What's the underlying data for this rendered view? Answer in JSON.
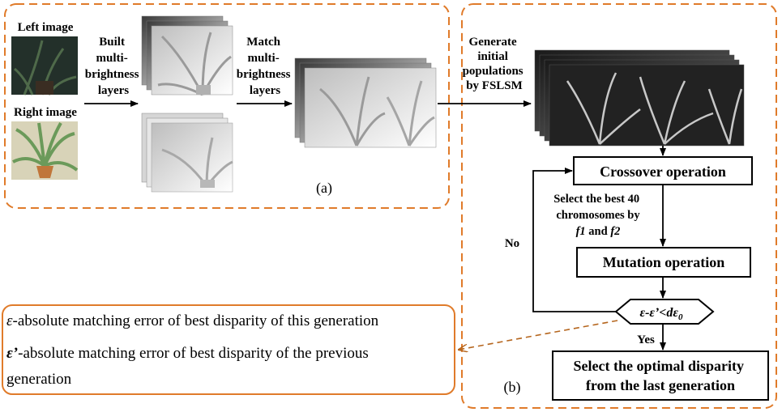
{
  "panel_a": {
    "left_image_label": "Left image",
    "right_image_label": "Right image",
    "step1_lines": [
      "Built",
      "multi-",
      "brightness",
      "layers"
    ],
    "step2_lines": [
      "Match",
      "multi-",
      "brightness",
      "layers"
    ],
    "caption": "(a)"
  },
  "panel_b": {
    "generate_lines": [
      "Generate",
      "initial",
      "populations",
      "by FSLSM"
    ],
    "crossover": "Crossover operation",
    "select_lines": [
      "Select the best 40",
      "chromosomes by"
    ],
    "f1": "f1",
    "and": " and ",
    "f2": "f2",
    "mutation": "Mutation operation",
    "condition": "ε-ε’<dε",
    "condition_sub": "0",
    "no": "No",
    "yes": "Yes",
    "final_lines": [
      "Select the optimal disparity",
      "from the last generation"
    ],
    "caption": "(b)"
  },
  "legend": {
    "eps_symbol": "ε",
    "eps_text": "-absolute matching error of best disparity of this generation",
    "eps_prime_symbol": "ε’",
    "eps_prime_text_line1": "-absolute matching error of best disparity of the previous",
    "eps_prime_text_line2": "generation"
  },
  "colors": {
    "dashed_border": "#e07b2a",
    "legend_border": "#e07b2a",
    "plant_green": "#6b9a5a",
    "photo_dark": "#23302a",
    "photo_light": "#d8d3b8",
    "pot": "#c0763a"
  }
}
